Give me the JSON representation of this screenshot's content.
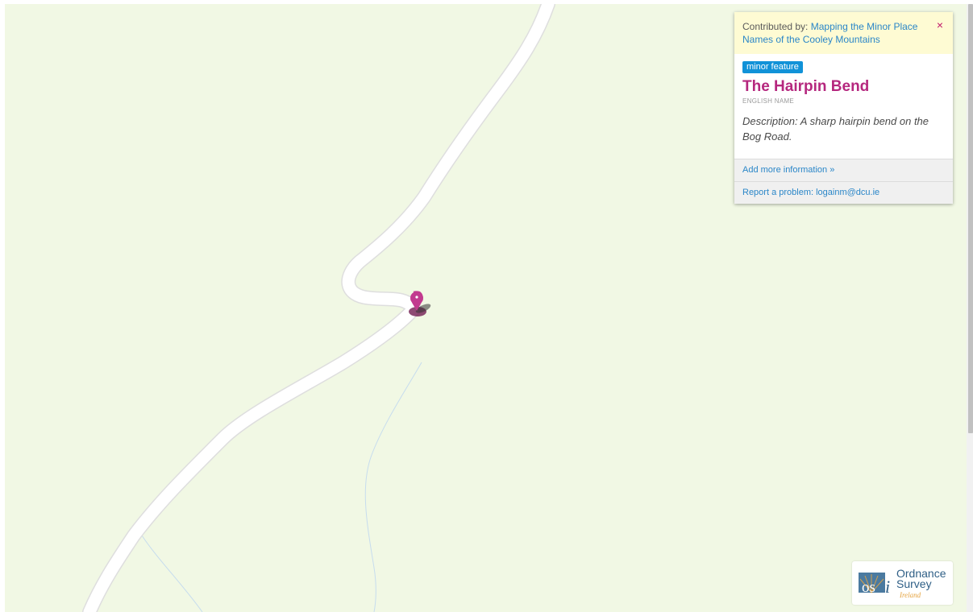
{
  "popup": {
    "contributed_prefix": "Contributed by:",
    "contributor": "Mapping the Minor Place Names of the Cooley Mountains",
    "close_label": "×",
    "badge": "minor feature",
    "title": "The Hairpin Bend",
    "subcaption": "ENGLISH NAME",
    "description": "Description: A sharp hairpin bend on the Bog Road.",
    "add_info_link": "Add more information »",
    "report_link": "Report a problem: logainm@dcu.ie"
  },
  "logo": {
    "mark": "os",
    "mark_i": "i",
    "line1": "Ordnance",
    "line2": "Survey",
    "line3": "Ireland"
  },
  "colors": {
    "map_background": "#f1f8e4",
    "road": "#ffffff",
    "stream": "#c6dcee",
    "marker": "#b5277e",
    "title": "#b5277e",
    "badge": "#1192d8",
    "link": "#2a86c8"
  },
  "icons": {
    "marker": "map-pin-icon",
    "close": "close-icon"
  }
}
